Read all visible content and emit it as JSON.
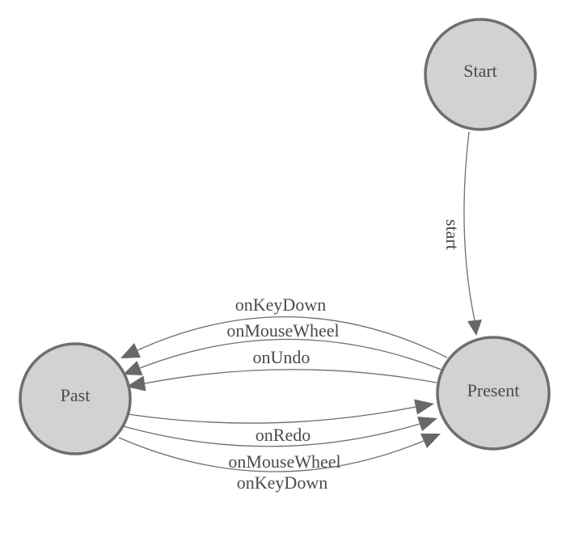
{
  "colors": {
    "background": "#ffffff",
    "node_fill": "#d2d2d2",
    "node_border": "#6e6e6e",
    "edge": "#6e6e6e",
    "arrowhead": "#686868",
    "text": "#4a4a4a"
  },
  "nodes": [
    {
      "id": "start",
      "label": "Start"
    },
    {
      "id": "past",
      "label": "Past"
    },
    {
      "id": "present",
      "label": "Present"
    }
  ],
  "edges": [
    {
      "id": "start-to-present",
      "from": "Start",
      "to": "Present",
      "label": "start",
      "label_rotated": true
    },
    {
      "id": "present-to-past-keydown",
      "from": "Present",
      "to": "Past",
      "label": "onKeyDown"
    },
    {
      "id": "present-to-past-mousewheel",
      "from": "Present",
      "to": "Past",
      "label": "onMouseWheel"
    },
    {
      "id": "present-to-past-undo",
      "from": "Present",
      "to": "Past",
      "label": "onUndo"
    },
    {
      "id": "past-to-present-redo",
      "from": "Past",
      "to": "Present",
      "label": "onRedo"
    },
    {
      "id": "past-to-present-mousewheel",
      "from": "Past",
      "to": "Present",
      "label": "onMouseWheel"
    },
    {
      "id": "past-to-present-keydown",
      "from": "Past",
      "to": "Present",
      "label": "onKeyDown"
    }
  ]
}
